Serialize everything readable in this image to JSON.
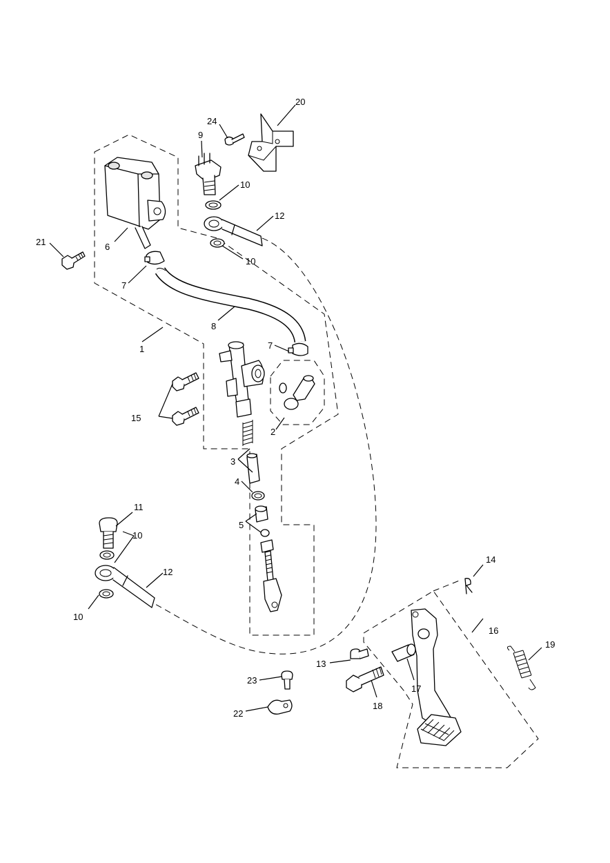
{
  "diagram": {
    "type": "exploded-parts-diagram",
    "callouts": [
      {
        "id": "c1",
        "text": "1"
      },
      {
        "id": "c2",
        "text": "2"
      },
      {
        "id": "c3",
        "text": "3"
      },
      {
        "id": "c4",
        "text": "4"
      },
      {
        "id": "c5",
        "text": "5"
      },
      {
        "id": "c6",
        "text": "6"
      },
      {
        "id": "c7a",
        "text": "7"
      },
      {
        "id": "c7b",
        "text": "7"
      },
      {
        "id": "c8",
        "text": "8"
      },
      {
        "id": "c9",
        "text": "9"
      },
      {
        "id": "c10a",
        "text": "10"
      },
      {
        "id": "c10b",
        "text": "10"
      },
      {
        "id": "c10c",
        "text": "10"
      },
      {
        "id": "c10d",
        "text": "10"
      },
      {
        "id": "c11",
        "text": "11"
      },
      {
        "id": "c12a",
        "text": "12"
      },
      {
        "id": "c12b",
        "text": "12"
      },
      {
        "id": "c13",
        "text": "13"
      },
      {
        "id": "c14",
        "text": "14"
      },
      {
        "id": "c15",
        "text": "15"
      },
      {
        "id": "c16",
        "text": "16"
      },
      {
        "id": "c17",
        "text": "17"
      },
      {
        "id": "c18",
        "text": "18"
      },
      {
        "id": "c19",
        "text": "19"
      },
      {
        "id": "c20",
        "text": "20"
      },
      {
        "id": "c21",
        "text": "21"
      },
      {
        "id": "c22",
        "text": "22"
      },
      {
        "id": "c23",
        "text": "23"
      },
      {
        "id": "c24",
        "text": "24"
      }
    ]
  }
}
